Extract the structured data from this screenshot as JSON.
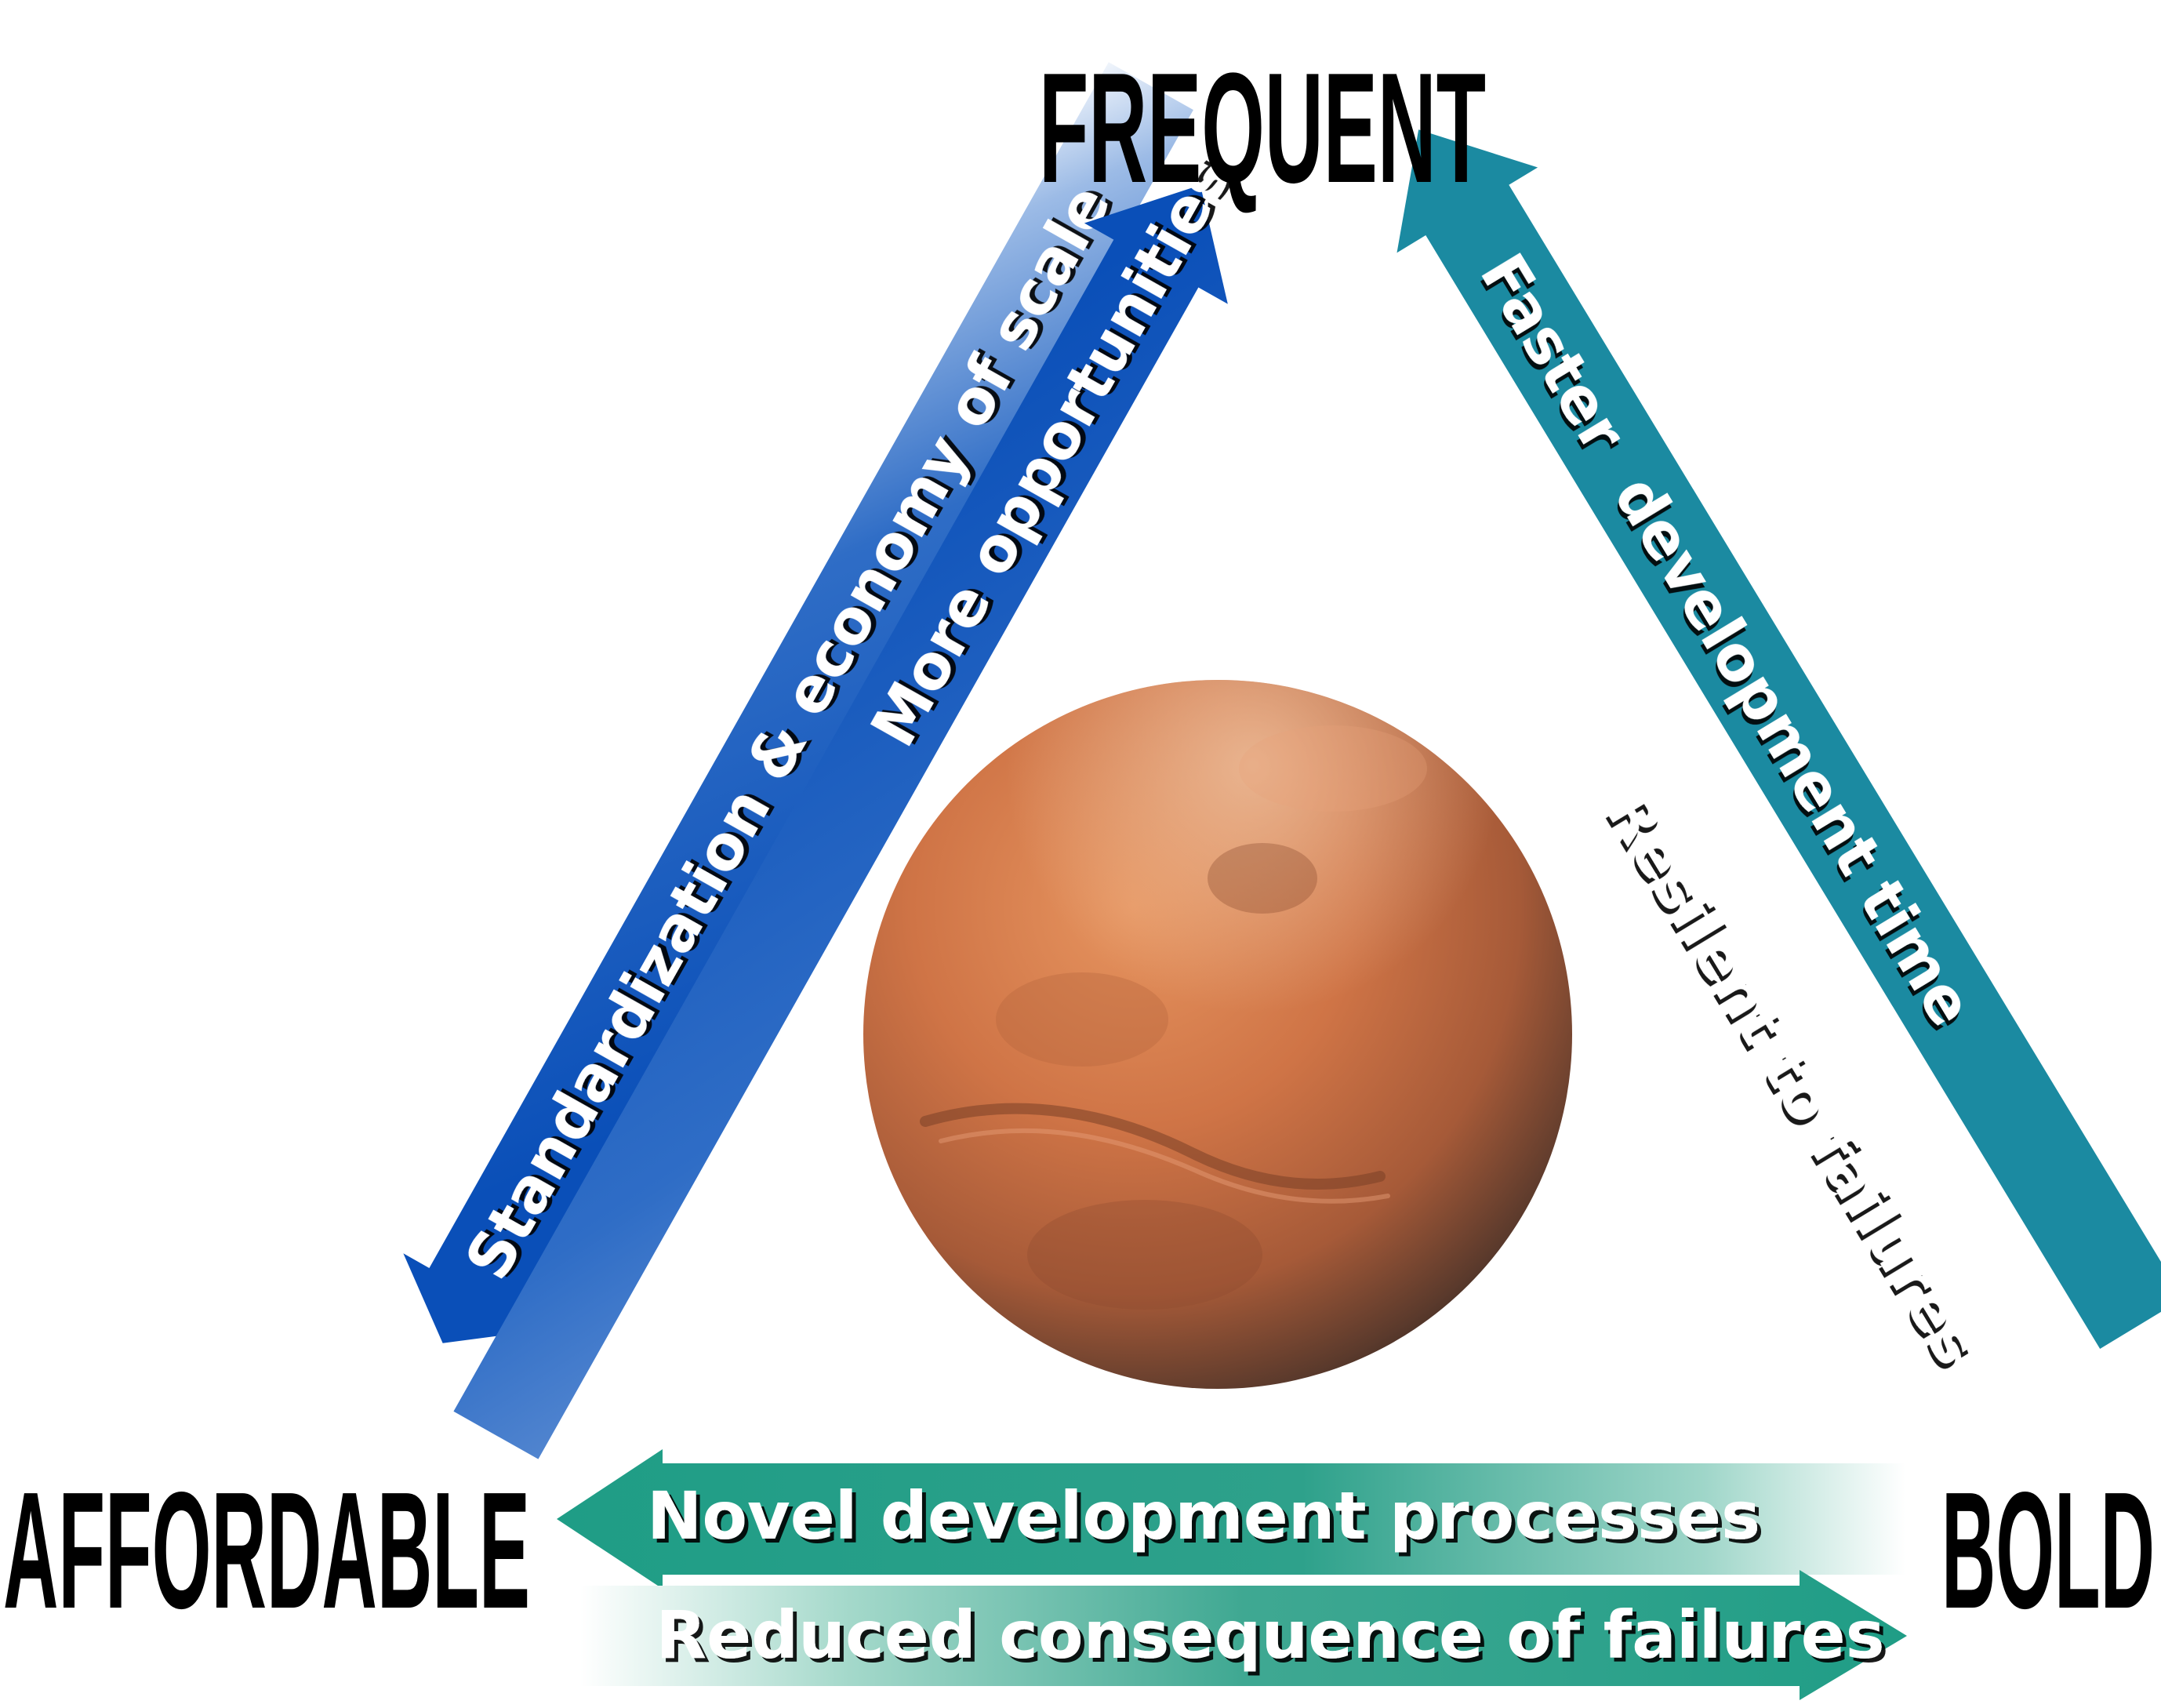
{
  "labels": {
    "top": "FREQUENT",
    "left": "AFFORDABLE",
    "right": "BOLD"
  },
  "arrows": {
    "left_outer": "Standardization & economy of scale",
    "left_inner": "More opportunities",
    "right_outer": "Faster  development time",
    "right_inner": "Resilent to failures",
    "bottom_top": "Novel development processes",
    "bottom_bottom": "Reduced consequence of failures"
  },
  "colors": {
    "blue": "#0a4fb8",
    "teal": "#1b8aa1",
    "green": "#26a08a",
    "mars_light": "#e0885a",
    "mars_dark": "#3a2a22"
  }
}
